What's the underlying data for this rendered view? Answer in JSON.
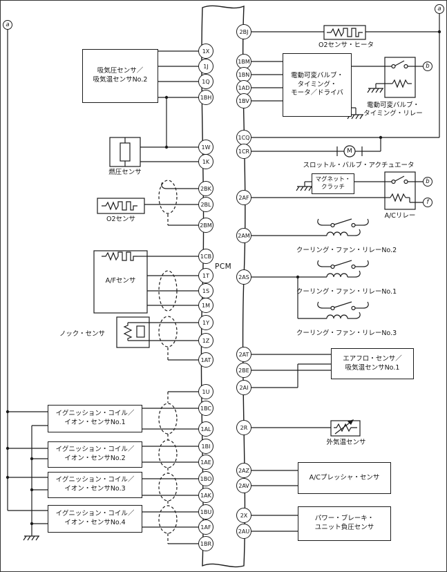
{
  "pcm": {
    "label": "PCM"
  },
  "terminals": {
    "a_left": "a",
    "a_right": "a",
    "b_vvt": "b",
    "b_ac": "b",
    "f_ac": "f"
  },
  "pins_left": [
    "1X",
    "1J",
    "1Q",
    "1BH",
    "1W",
    "1K",
    "2BK",
    "2BL",
    "2BM",
    "1CB",
    "1T",
    "1S",
    "1M",
    "1Y",
    "1Z",
    "1AT",
    "1U",
    "1BC",
    "1AL",
    "1BI",
    "1AE",
    "1BO",
    "1AK",
    "1BU",
    "1AF",
    "1BR"
  ],
  "pins_right": [
    "2BJ",
    "1BM",
    "1BN",
    "1AD",
    "1BV",
    "1CQ",
    "1CR",
    "2AF",
    "2AM",
    "2AS",
    "2AT",
    "2BE",
    "2AI",
    "2R",
    "2AZ",
    "2AV",
    "2X",
    "2AU"
  ],
  "components": {
    "map_sensor": {
      "lines": [
        "吸気圧センサ／",
        "吸気温センサNo.2"
      ]
    },
    "fuel_pressure_sensor": {
      "label": "燃圧センサ"
    },
    "o2_sensor": {
      "label": "O2センサ"
    },
    "af_sensor": {
      "label": "A/Fセンサ"
    },
    "knock_sensor": {
      "label": "ノック・センサ"
    },
    "ignition_coil_1": {
      "lines": [
        "イグニッション・コイル／",
        "イオン・センサNo.1"
      ]
    },
    "ignition_coil_2": {
      "lines": [
        "イグニッション・コイル／",
        "イオン・センサNo.2"
      ]
    },
    "ignition_coil_3": {
      "lines": [
        "イグニッション・コイル／",
        "イオン・センサNo.3"
      ]
    },
    "ignition_coil_4": {
      "lines": [
        "イグニッション・コイル／",
        "イオン・センサNo.4"
      ]
    },
    "o2_sensor_heater": {
      "label": "O2センサ・ヒータ"
    },
    "vvt_motor_driver": {
      "lines": [
        "電動可変バルブ・",
        "タイミング・",
        "モータ／ドライバ"
      ]
    },
    "vvt_relay": {
      "lines": [
        "電動可変バルブ・",
        "タイミング・リレー"
      ]
    },
    "throttle_actuator": {
      "label": "スロットル・バルブ・アクチュエータ"
    },
    "magnet_clutch": {
      "lines": [
        "マグネット・",
        "クラッチ"
      ]
    },
    "ac_relay": {
      "label": "A/Cリレー"
    },
    "cooling_fan_relay_2": {
      "label": "クーリング・ファン・リレーNo.2"
    },
    "cooling_fan_relay_1": {
      "label": "クーリング・ファン・リレーNo.1"
    },
    "cooling_fan_relay_3": {
      "label": "クーリング・ファン・リレーNo.3"
    },
    "airflow_sensor": {
      "lines": [
        "エアフロ・センサ／",
        "吸気温センサNo.1"
      ]
    },
    "ambient_temp_sensor": {
      "label": "外気温センサ"
    },
    "ac_pressure_sensor": {
      "label": "A/Cプレッシャ・センサ"
    },
    "brake_vacuum_sensor": {
      "lines": [
        "パワー・ブレーキ・",
        "ユニット負圧センサ"
      ]
    },
    "throttle_motor": {
      "label": "M"
    }
  }
}
